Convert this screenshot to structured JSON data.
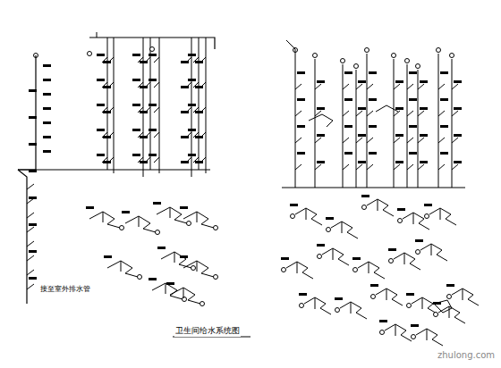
{
  "diagram": {
    "title": "卫生间给水系统图",
    "labels": [
      "接至室外排水管",
      "zhulong.com"
    ]
  }
}
